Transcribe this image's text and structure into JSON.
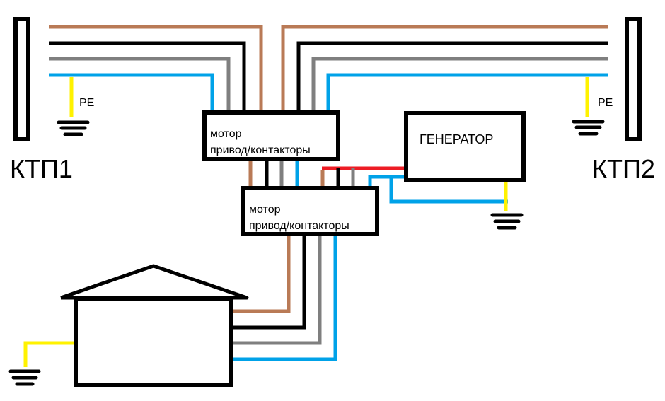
{
  "labels": {
    "ktp1": "КТП1",
    "ktp2": "КТП2",
    "pe_left": "PE",
    "pe_right": "PE",
    "box1_line1": "мотор",
    "box1_line2": "привод/контакторы",
    "box2_line1": "мотор",
    "box2_line2": "привод/контакторы",
    "generator": "ГЕНЕРАТОР"
  },
  "wire_colors": {
    "brown": "#b97a56",
    "black": "#000000",
    "gray": "#7f7f7f",
    "blue": "#00a2e8",
    "yellow": "#fff200",
    "red": "#ed1c24"
  }
}
